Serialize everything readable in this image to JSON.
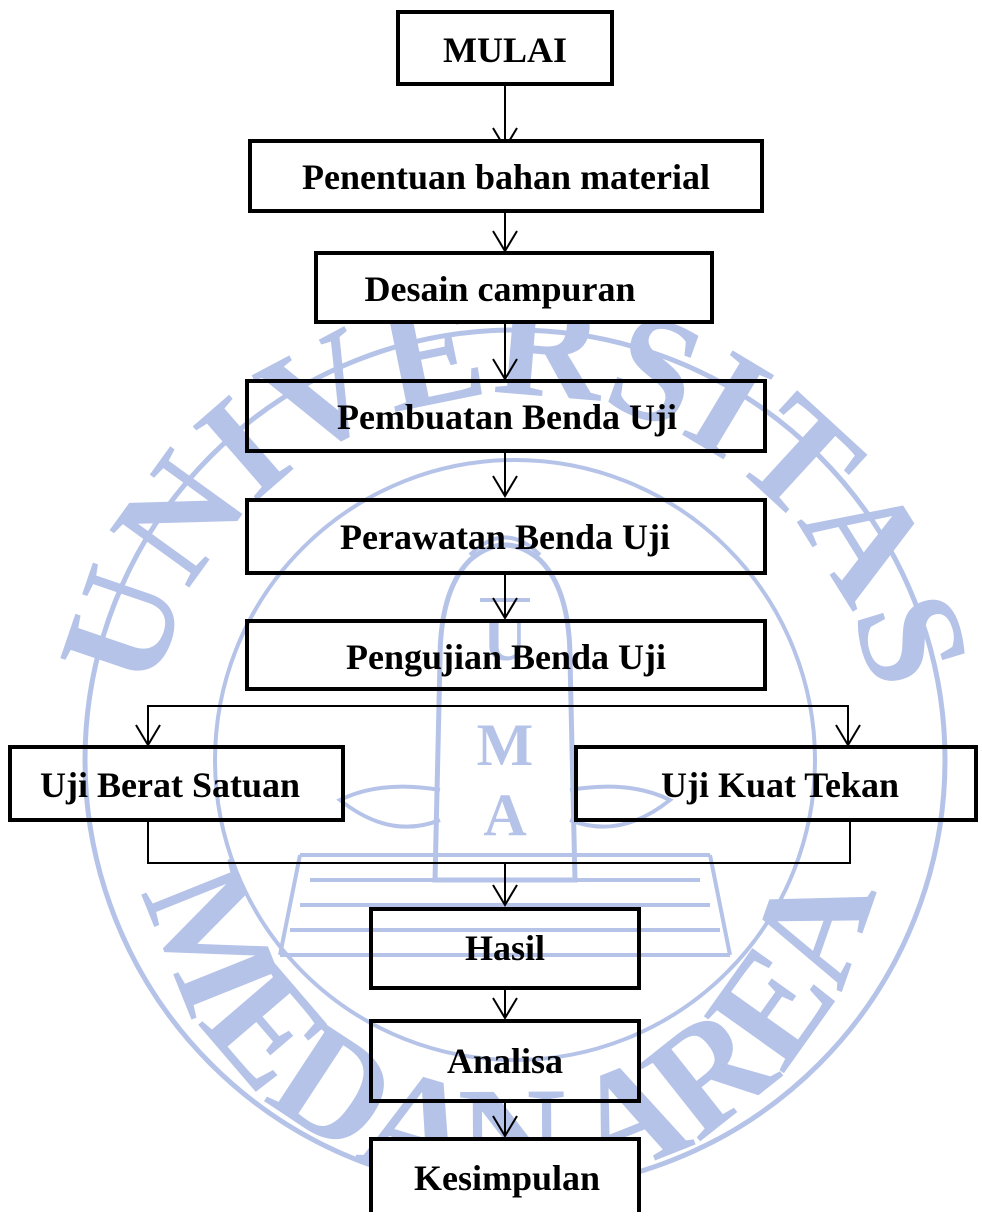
{
  "flowchart": {
    "steps": {
      "start": "MULAI",
      "material": "Penentuan bahan material",
      "mix_design": "Desain campuran",
      "fabrication": "Pembuatan Benda Uji",
      "curing": "Perawatan Benda Uji",
      "testing": "Pengujian Benda Uji",
      "unit_weight": "Uji Berat Satuan",
      "compressive": "Uji Kuat Tekan",
      "result": "Hasil",
      "analysis": "Analisa",
      "conclusion": "Kesimpulan"
    }
  },
  "watermark": {
    "top_text": "UNIVERSITAS",
    "bottom_text": "MEDAN AREA",
    "emblem_letters": [
      "U",
      "M",
      "A"
    ],
    "color": "#aebde6"
  }
}
